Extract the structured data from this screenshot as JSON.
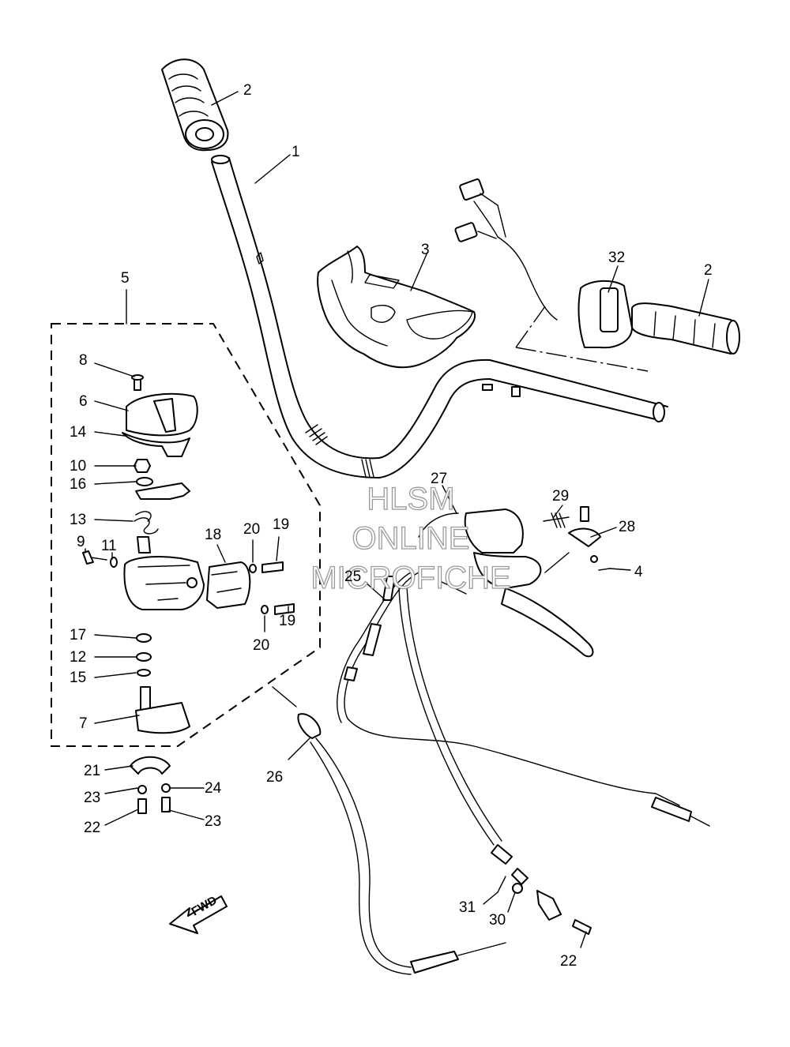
{
  "callouts": [
    {
      "id": "c1",
      "label": "1"
    },
    {
      "id": "c2a",
      "label": "2"
    },
    {
      "id": "c2b",
      "label": "2"
    },
    {
      "id": "c3",
      "label": "3"
    },
    {
      "id": "c4",
      "label": "4"
    },
    {
      "id": "c5",
      "label": "5"
    },
    {
      "id": "c6",
      "label": "6"
    },
    {
      "id": "c7",
      "label": "7"
    },
    {
      "id": "c8",
      "label": "8"
    },
    {
      "id": "c9",
      "label": "9"
    },
    {
      "id": "c10",
      "label": "10"
    },
    {
      "id": "c11",
      "label": "11"
    },
    {
      "id": "c12",
      "label": "12"
    },
    {
      "id": "c13",
      "label": "13"
    },
    {
      "id": "c14",
      "label": "14"
    },
    {
      "id": "c15",
      "label": "15"
    },
    {
      "id": "c16",
      "label": "16"
    },
    {
      "id": "c17",
      "label": "17"
    },
    {
      "id": "c18",
      "label": "18"
    },
    {
      "id": "c19a",
      "label": "19"
    },
    {
      "id": "c19b",
      "label": "19"
    },
    {
      "id": "c20a",
      "label": "20"
    },
    {
      "id": "c20b",
      "label": "20"
    },
    {
      "id": "c21",
      "label": "21"
    },
    {
      "id": "c22a",
      "label": "22"
    },
    {
      "id": "c22b",
      "label": "22"
    },
    {
      "id": "c23a",
      "label": "23"
    },
    {
      "id": "c23b",
      "label": "23"
    },
    {
      "id": "c24",
      "label": "24"
    },
    {
      "id": "c25",
      "label": "25"
    },
    {
      "id": "c26",
      "label": "26"
    },
    {
      "id": "c27",
      "label": "27"
    },
    {
      "id": "c28",
      "label": "28"
    },
    {
      "id": "c29",
      "label": "29"
    },
    {
      "id": "c30",
      "label": "30"
    },
    {
      "id": "c31",
      "label": "31"
    },
    {
      "id": "c32",
      "label": "32"
    }
  ],
  "watermark": {
    "line1": "HLSM",
    "line2": "ONLINE",
    "line3": "MICROFICHE"
  },
  "fwd_label": "FWD"
}
